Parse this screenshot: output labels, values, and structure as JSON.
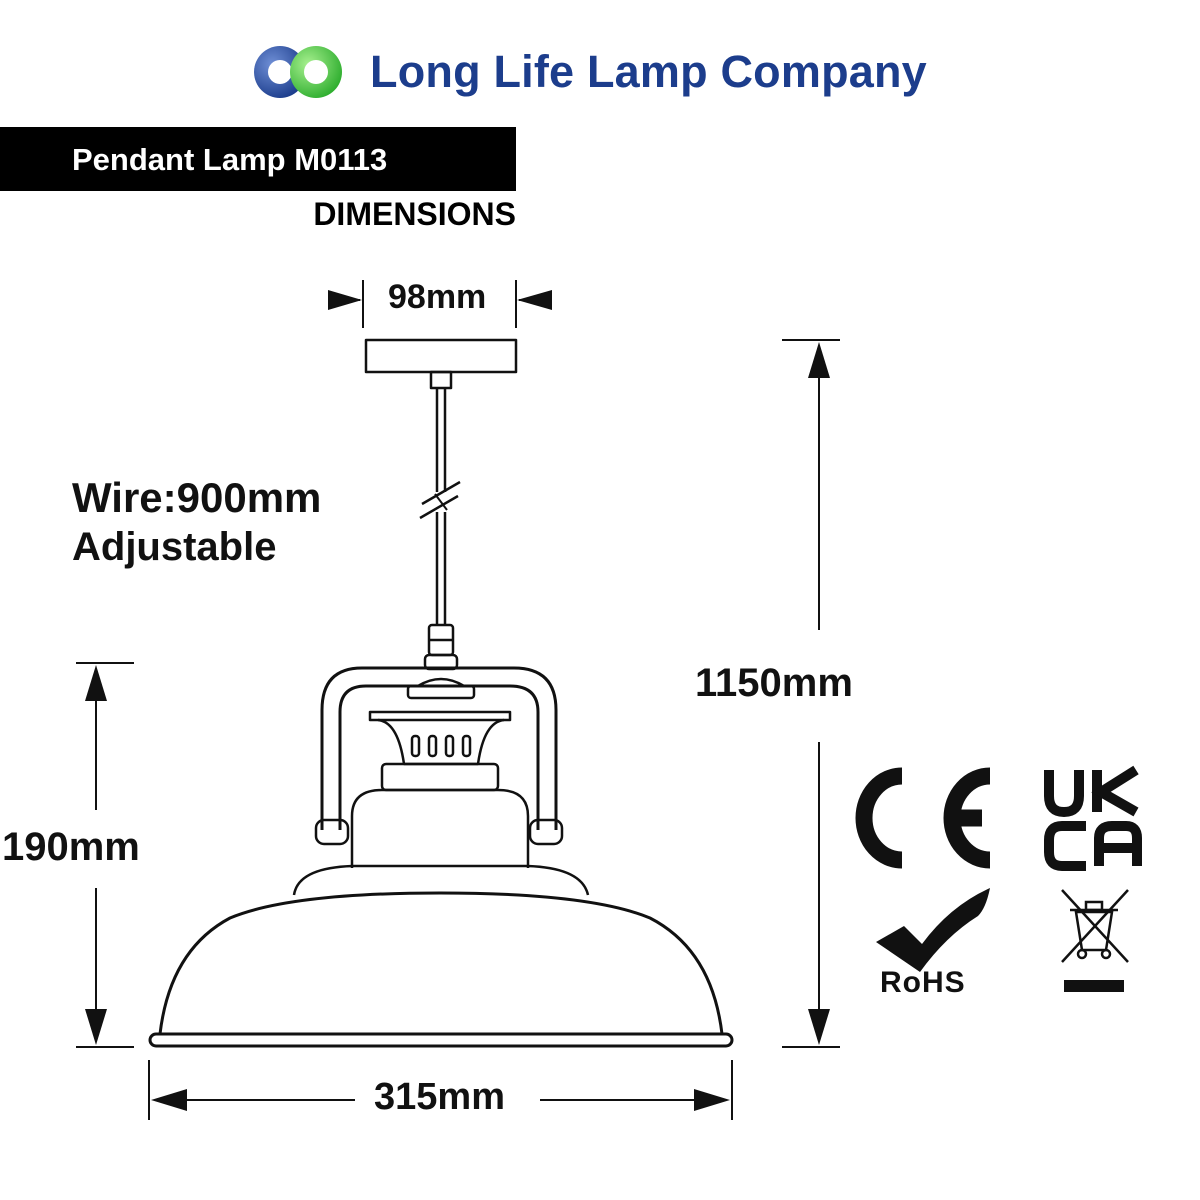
{
  "brand": {
    "name": "Long Life Lamp Company",
    "logo_colors": [
      "#1c3d8c",
      "#3ec43e"
    ]
  },
  "header": {
    "title": "Pendant Lamp M0113",
    "subtitle": "DIMENSIONS"
  },
  "dimensions": {
    "canopy_width": "98mm",
    "wire_length": "Wire:900mm",
    "wire_note": "Adjustable",
    "total_height": "1150mm",
    "shade_height": "190mm",
    "shade_width": "315mm"
  },
  "certifications": {
    "ce": "CE",
    "ukca_top": "UK",
    "ukca_bottom": "CA",
    "rohs": "RoHS",
    "weee": "weee-bin-icon"
  }
}
